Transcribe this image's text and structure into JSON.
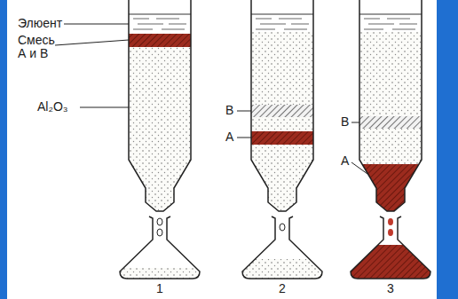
{
  "diagram": {
    "labels": [
      "Элюент",
      "Смесь А и В",
      "Al₂O₃",
      "В",
      "А",
      "В",
      "А",
      "1",
      "2",
      "3"
    ]
  }
}
